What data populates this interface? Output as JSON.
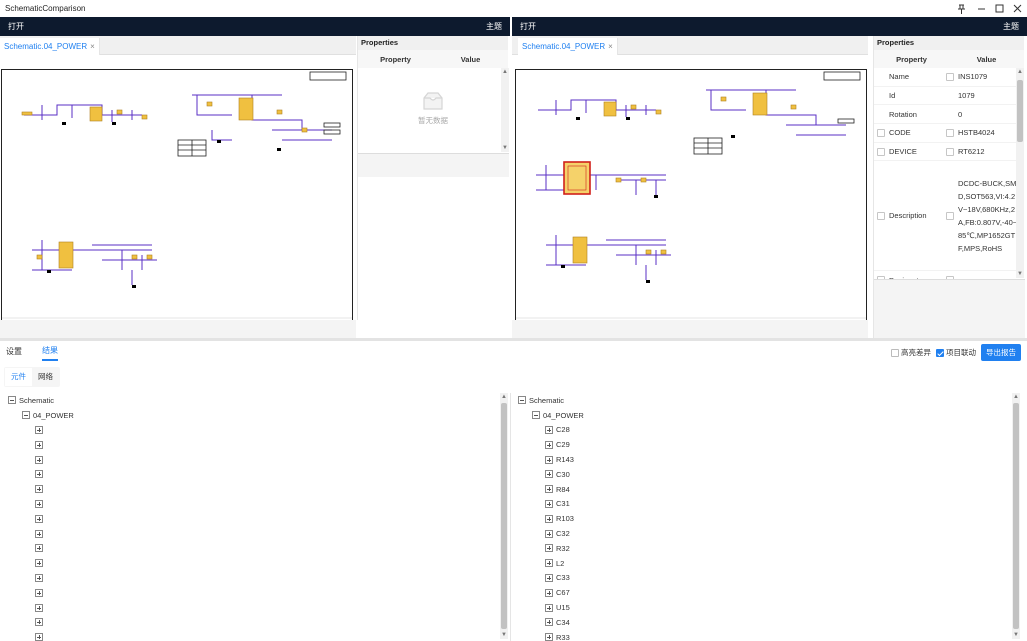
{
  "window": {
    "title": "SchematicComparison",
    "pin_glyph": "ꟸ",
    "min_glyph": "–",
    "max_glyph": "☐",
    "close_glyph": "✕"
  },
  "left_pane": {
    "toolbar": {
      "open": "打开",
      "theme": "主题"
    },
    "tab": {
      "label": "Schematic.04_POWER",
      "close": "×"
    },
    "properties": {
      "title": "Properties",
      "col_property": "Property",
      "col_value": "Value",
      "empty_text": "暂无数据"
    }
  },
  "right_pane": {
    "toolbar": {
      "open": "打开",
      "theme": "主题"
    },
    "tab": {
      "label": "Schematic.04_POWER",
      "close": "×"
    },
    "properties": {
      "title": "Properties",
      "col_property": "Property",
      "col_value": "Value",
      "rows": [
        {
          "name": "Name",
          "name_checkbox": false,
          "value": "INS1079",
          "value_checkbox": true
        },
        {
          "name": "Id",
          "name_checkbox": false,
          "value": "1079",
          "value_checkbox": false
        },
        {
          "name": "Rotation",
          "name_checkbox": false,
          "value": "0",
          "value_checkbox": false
        },
        {
          "name": "CODE",
          "name_checkbox": true,
          "value": "HSTB4024",
          "value_checkbox": true
        },
        {
          "name": "DEVICE",
          "name_checkbox": true,
          "value": "RT6212",
          "value_checkbox": true
        },
        {
          "name": "Description",
          "name_checkbox": true,
          "value": "DCDC-BUCK,SMD,SOT563,VI:4.2V~18V,680KHz,2A,FB:0.807V,-40~85℃,MP1652GTF,MPS,RoHS",
          "value_checkbox": true
        },
        {
          "name": "Designator",
          "name_checkbox": true,
          "value": "",
          "value_checkbox": true
        }
      ]
    }
  },
  "bottom": {
    "tabs": [
      {
        "label": "设置",
        "active": false
      },
      {
        "label": "结果",
        "active": true
      }
    ],
    "highlight_diff": {
      "label": "高亮差异",
      "checked": false
    },
    "project_link": {
      "label": "项目联动",
      "checked": true
    },
    "export_button": "导出报告",
    "subtabs": [
      {
        "label": "元件",
        "active": true
      },
      {
        "label": "网络",
        "active": false
      }
    ],
    "left_tree": {
      "root": "Schematic",
      "child": "04_POWER",
      "items": [
        "",
        "",
        "",
        "",
        "",
        "",
        "",
        "",
        "",
        "",
        "",
        "",
        "",
        "",
        "",
        ""
      ]
    },
    "right_tree": {
      "root": "Schematic",
      "child": "04_POWER",
      "items": [
        "C28",
        "C29",
        "R143",
        "C30",
        "R84",
        "C31",
        "R103",
        "C32",
        "R32",
        "L2",
        "C33",
        "C67",
        "U15",
        "C34",
        "R33"
      ]
    }
  }
}
